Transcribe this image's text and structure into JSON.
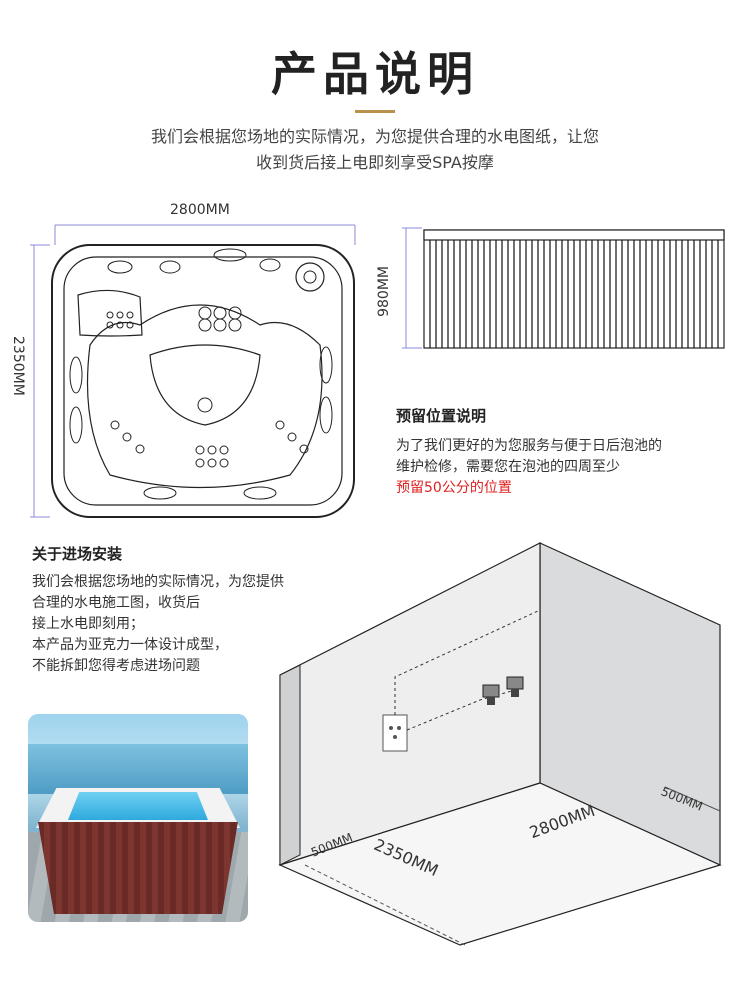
{
  "header": {
    "title": "产品说明",
    "intro_line1": "我们会根据您场地的实际情况，为您提供合理的水电图纸，让您",
    "intro_line2": "收到货后接上电即刻享受SPA按摩"
  },
  "top_view": {
    "width_label": "2800MM",
    "depth_label": "2350MM"
  },
  "side_view": {
    "height_label": "980MM"
  },
  "reserve": {
    "heading": "预留位置说明",
    "line1": "为了我们更好的为您服务与便于日后泡池的",
    "line2": "维护检修，需要您在泡池的四周至少",
    "line3_highlight": "预留50公分的位置"
  },
  "install": {
    "heading": "关于进场安装",
    "lines": [
      "我们会根据您场地的实际情况，为您提供",
      "合理的水电施工图，收货后",
      "接上水电即刻用；",
      "本产品为亚克力一体设计成型，",
      "不能拆卸您得考虑进场问题"
    ]
  },
  "room": {
    "left_gap": "500MM",
    "right_gap": "500MM",
    "depth": "2350MM",
    "width": "2800MM"
  },
  "colors": {
    "accent": "#b8924a",
    "highlight_red": "#e02020"
  }
}
